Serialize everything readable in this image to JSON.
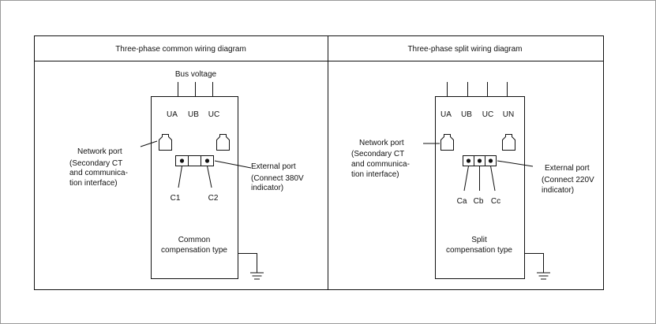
{
  "left": {
    "title": "Three-phase common wiring diagram",
    "bus_voltage": "Bus voltage",
    "phases": [
      "UA",
      "UB",
      "UC"
    ],
    "network_port": [
      "Network port",
      "(Secondary CT",
      "and communica-",
      "tion interface)"
    ],
    "external_port": [
      "External port",
      "(Connect 380V",
      "indicator)"
    ],
    "terminals": [
      "C1",
      "C2"
    ],
    "type_label": [
      "Common",
      "compensation type"
    ]
  },
  "right": {
    "title": "Three-phase split wiring diagram",
    "phases": [
      "UA",
      "UB",
      "UC",
      "UN"
    ],
    "network_port": [
      "Network port",
      "(Secondary CT",
      "and communica-",
      "tion interface)"
    ],
    "external_port": [
      "External port",
      "(Connect 220V",
      "indicator)"
    ],
    "terminals": [
      "Ca",
      "Cb",
      "Cc"
    ],
    "type_label": [
      "Split",
      "compensation type"
    ]
  }
}
